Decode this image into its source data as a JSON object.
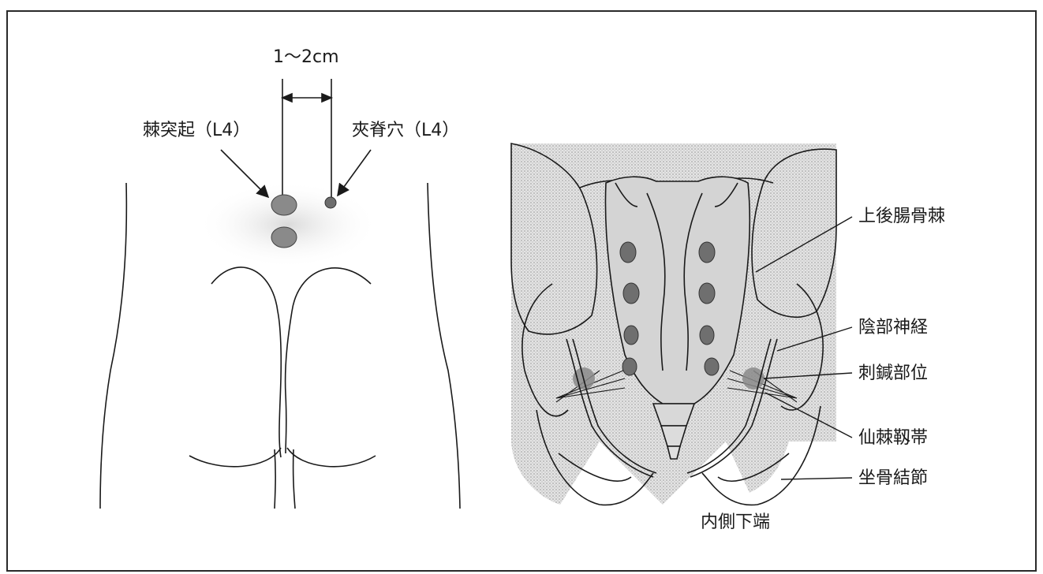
{
  "figure": {
    "left_panel": {
      "distance_label": "1〜2cm",
      "spinous_process_label": "棘突起（L4）",
      "jiaji_point_label": "夾脊穴（L4）"
    },
    "right_panel": {
      "psis_label": "上後腸骨棘",
      "pudendal_nerve_label": "陰部神経",
      "insertion_site_label": "刺鍼部位",
      "sacrospinous_ligament_label": "仙棘靱帯",
      "ischial_tuberosity_label": "坐骨結節",
      "medial_lower_end_label": "内側下端"
    },
    "colors": {
      "stipple": "#c9c9c9",
      "spot": "#8a8a8a",
      "line": "#1a1a1a"
    }
  }
}
